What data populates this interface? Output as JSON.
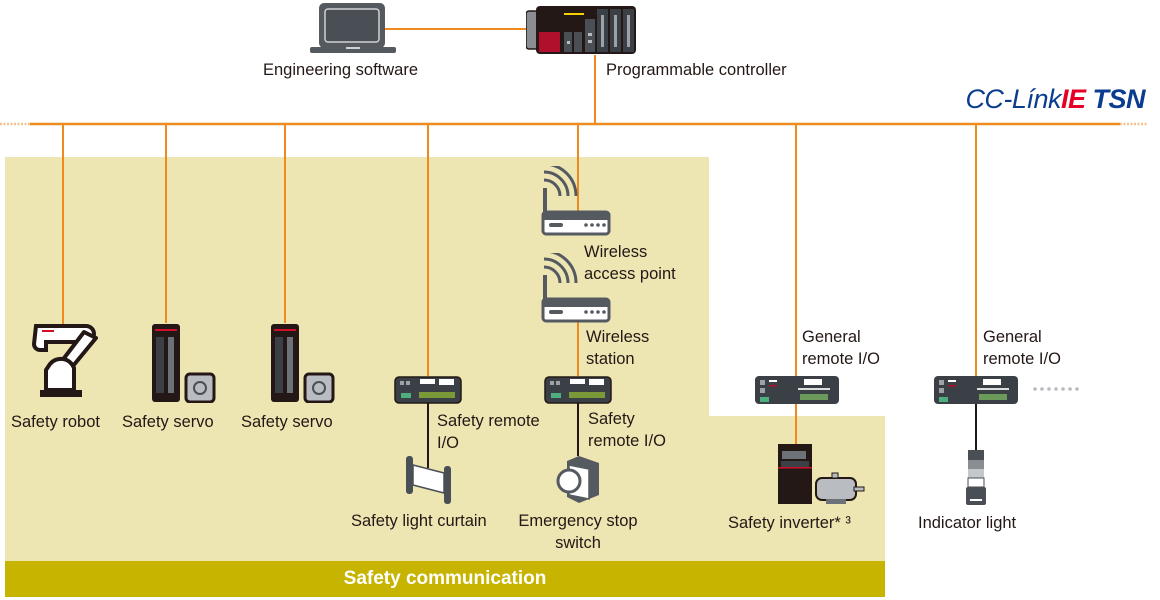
{
  "diagram": {
    "network_name": {
      "part1": "CC-Línk",
      "part2": "IE",
      "part3": " TSN"
    },
    "top": {
      "engineering_software": "Engineering software",
      "programmable_controller": "Programmable controller"
    },
    "devices": {
      "safety_robot": "Safety robot",
      "safety_servo_1": "Safety servo",
      "safety_servo_2": "Safety servo",
      "safety_remote_io_1": [
        "Safety remote",
        "I/O"
      ],
      "safety_light_curtain": "Safety light curtain",
      "wireless_access_point": [
        "Wireless",
        "access point"
      ],
      "wireless_station": [
        "Wireless",
        "station"
      ],
      "safety_remote_io_2": [
        "Safety",
        "remote I/O"
      ],
      "emergency_stop_switch": [
        "Emergency stop",
        "switch"
      ],
      "general_remote_io_1": [
        "General",
        "remote I/O"
      ],
      "safety_inverter": "Safety inverter* ³",
      "general_remote_io_2": [
        "General",
        "remote I/O"
      ],
      "indicator_light": "Indicator light"
    },
    "safety_zone_label": "Safety communication",
    "colors": {
      "network_line": "#ee8a1e",
      "safety_zone": "#ede6b2",
      "banner": "#c6b400",
      "device_dark": "#3b3f46",
      "logo_blue": "#0a3d8f",
      "logo_red": "#e60026"
    }
  }
}
